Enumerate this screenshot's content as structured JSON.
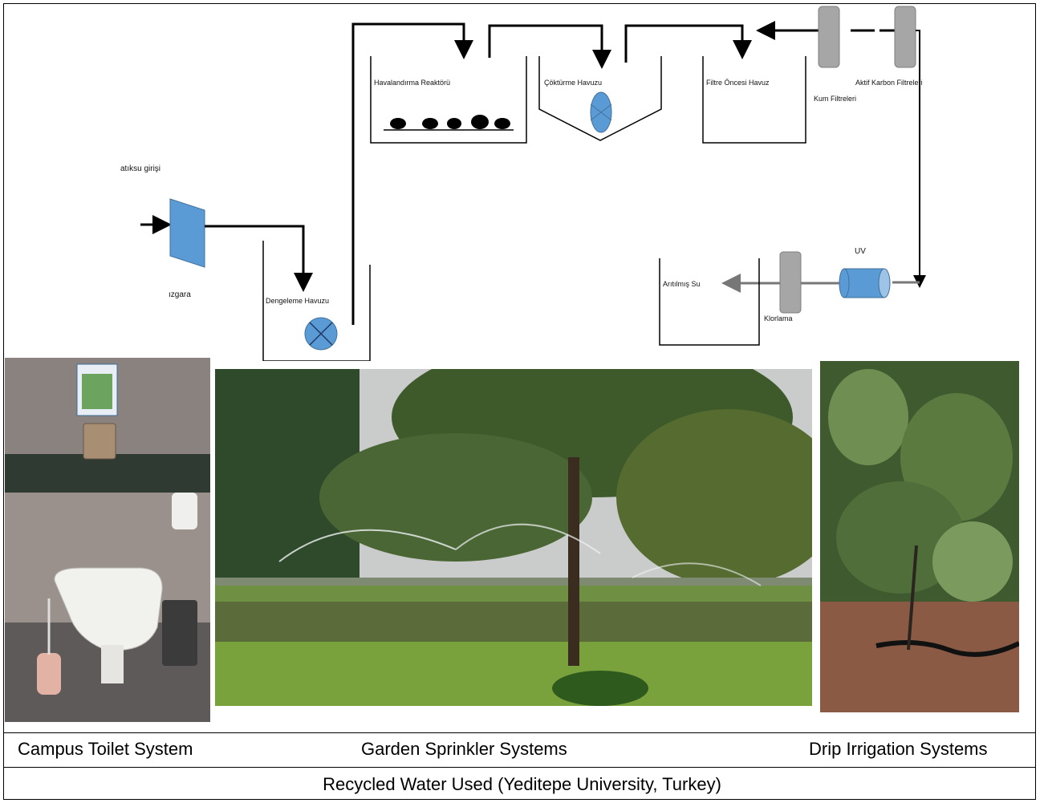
{
  "diagram": {
    "labels": {
      "inlet": "atıksu girişi",
      "screen": "ızgara",
      "equalization": "Dengeleme Havuzu",
      "aeration": "Havalandırma Reaktörü",
      "sedimentation": "Çöktürme Havuzu",
      "prefilter": "Filtre Öncesi Havuz",
      "carbon_filters": "Aktif Karbon Filtreleri",
      "sand_filters": "Kum Filtreleri",
      "uv": "UV",
      "treated_water": "Arıtılmış Su",
      "chlorination": "Klorlama"
    },
    "colors": {
      "tank_blue": "#5b9bd5",
      "filter_gray": "#a6a6a6",
      "line": "#000000"
    }
  },
  "photos": {
    "toilet": {
      "icon": "toilet-photo-icon"
    },
    "sprinkler": {
      "icon": "sprinkler-photo-icon"
    },
    "drip": {
      "icon": "drip-irrigation-photo-icon"
    }
  },
  "captions": {
    "toilet": "Campus Toilet System",
    "sprinkler": "Garden Sprinkler Systems",
    "drip": "Drip Irrigation Systems",
    "footer": "Recycled Water Used (Yeditepe University, Turkey)"
  }
}
